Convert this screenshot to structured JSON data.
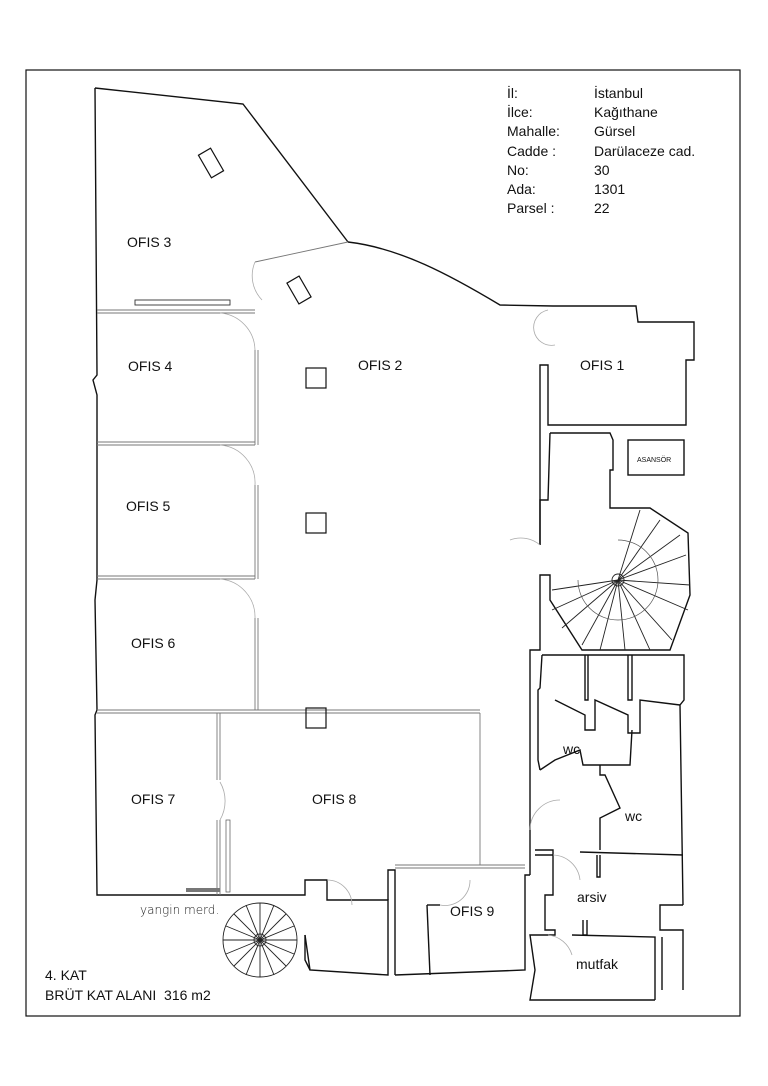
{
  "info": {
    "rows": [
      {
        "key": "İl:",
        "value": "İstanbul"
      },
      {
        "key": "İlce:",
        "value": "Kağıthane"
      },
      {
        "key": "Mahalle:",
        "value": "Gürsel"
      },
      {
        "key": "Cadde :",
        "value": "Darülaceze cad."
      },
      {
        "key": "No:",
        "value": "30"
      },
      {
        "key": "Ada:",
        "value": "1301"
      },
      {
        "key": "Parsel :",
        "value": "22"
      }
    ]
  },
  "rooms": {
    "ofis1": "OFIS 1",
    "ofis2": "OFIS 2",
    "ofis3": "OFIS 3",
    "ofis4": "OFIS 4",
    "ofis5": "OFIS 5",
    "ofis6": "OFIS 6",
    "ofis7": "OFIS 7",
    "ofis8": "OFIS 8",
    "ofis9": "OFIS 9",
    "elevator": "ASANSÖR",
    "wc1": "wc",
    "wc2": "wc",
    "archive": "arsiv",
    "kitchen": "mutfak",
    "fire_stairs": "yangin merd."
  },
  "footer": {
    "floor": "4. KAT",
    "area": "BRÜT KAT ALANI  316 m2"
  }
}
